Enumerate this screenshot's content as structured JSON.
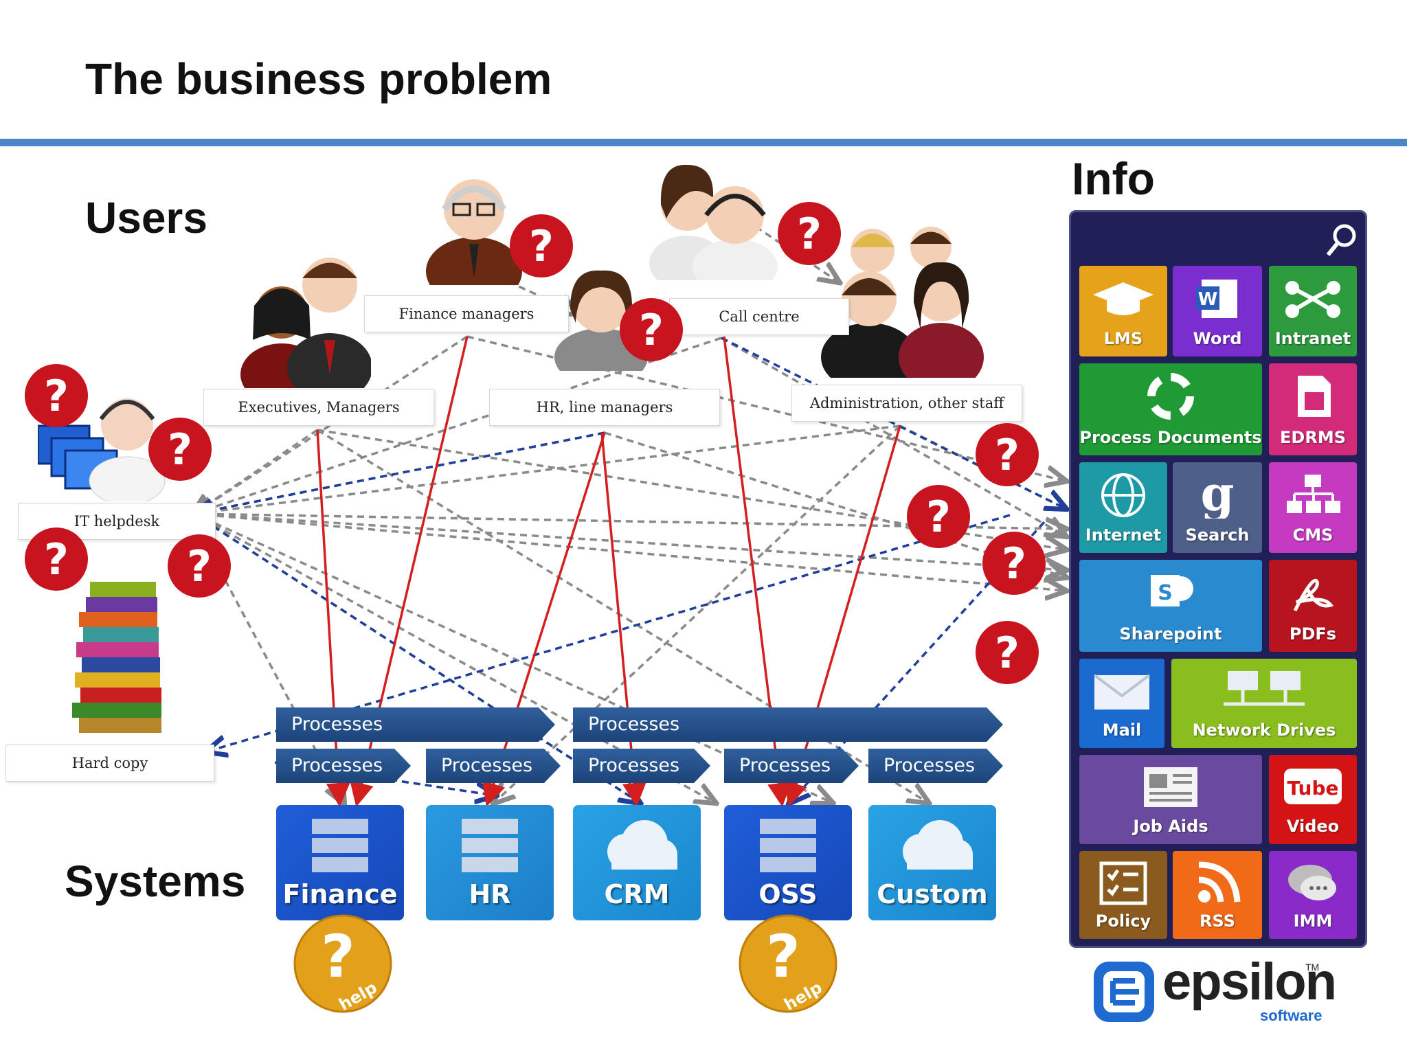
{
  "title": "The business problem",
  "sections": {
    "users": "Users",
    "systems": "Systems",
    "info": "Info"
  },
  "users": {
    "it_helpdesk": "IT helpdesk",
    "executives": "Executives, Managers",
    "finance_managers": "Finance managers",
    "hr_managers": "HR, line managers",
    "call_centre": "Call centre",
    "administration": "Administration, other staff",
    "hard_copy": "Hard copy"
  },
  "processes": {
    "row1": [
      "Processes",
      "Processes"
    ],
    "row2": [
      "Processes",
      "Processes",
      "Processes",
      "Processes",
      "Processes"
    ]
  },
  "systems": [
    "Finance",
    "HR",
    "CRM",
    "OSS",
    "Custom"
  ],
  "help_badge": "help",
  "question_mark": "?",
  "info_tiles": {
    "lms": "LMS",
    "word": "Word",
    "intranet": "Intranet",
    "process_documents": "Process Documents",
    "edrms": "EDRMS",
    "internet": "Internet",
    "search": "Search",
    "cms": "CMS",
    "sharepoint": "Sharepoint",
    "pdfs": "PDFs",
    "mail": "Mail",
    "network_drives": "Network Drives",
    "job_aids": "Job Aids",
    "video": "Video",
    "policy": "Policy",
    "rss": "RSS",
    "imm": "IMM"
  },
  "tile_glyphs": {
    "word": "W",
    "search": "g",
    "sharepoint": "S",
    "youtube": "Tube"
  },
  "logo": {
    "name": "epsilon",
    "sub": "software",
    "tm": "TM"
  },
  "colors": {
    "rule": "#4a86c8",
    "process": "#1d4479",
    "red_arrow": "#d41f1f",
    "grey_arrow": "#8a8a8a",
    "blue_arrow": "#1f3f9a",
    "question": "#c8141e",
    "help": "#e3a01a"
  }
}
